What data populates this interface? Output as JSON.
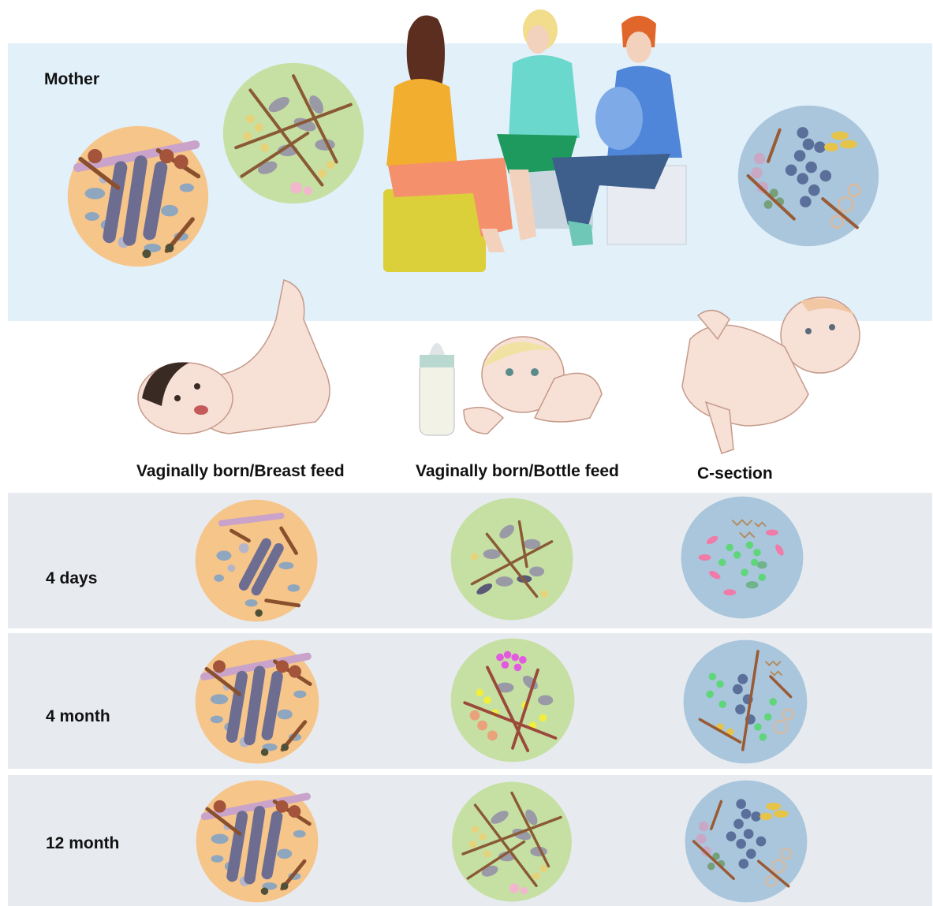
{
  "mother_label": "Mother",
  "columns": {
    "breast": "Vaginally born/Breast feed",
    "bottle": "Vaginally born/Bottle feed",
    "csection": "C-section"
  },
  "rows": {
    "r1": "4 days",
    "r2": "4 month",
    "r3": "12 month"
  },
  "colors": {
    "mother_band": "#e2f0fa",
    "row_band": "#e7ebf0",
    "vaginal_microbiome": "#f6c58a",
    "skin_microbiome": "#c6e0a4",
    "csection_microbiome": "#a9c6dc",
    "rod_purple": "#6d6d92",
    "rod_brown": "#8a4f2c",
    "cell_pink": "#f07aa8",
    "cell_green": "#5fd67a",
    "cell_magenta": "#e25ae0",
    "cell_yellow": "#f1ee3c"
  }
}
